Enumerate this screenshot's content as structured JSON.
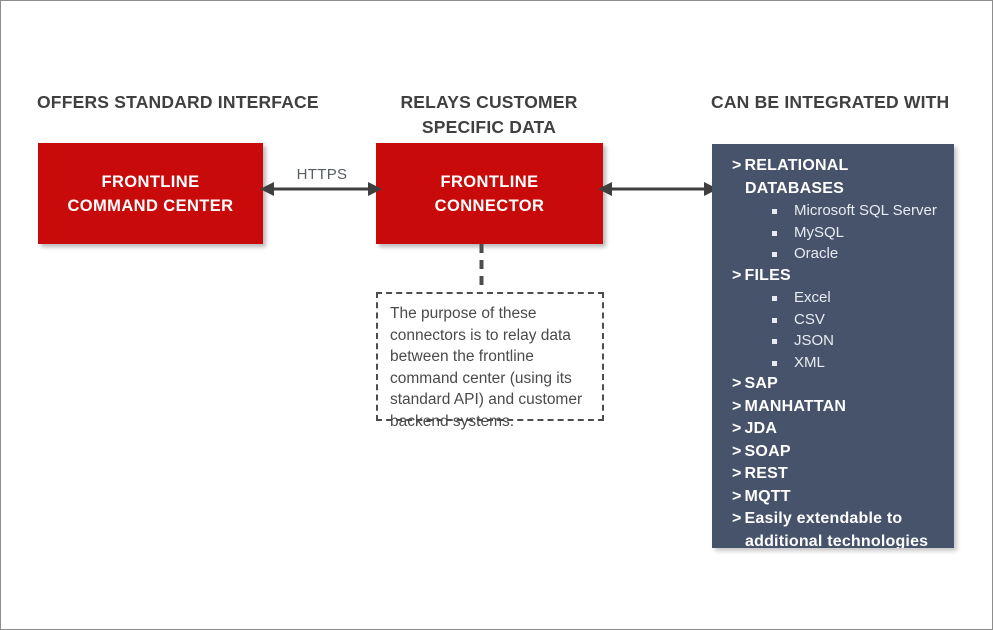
{
  "headings": {
    "left": "OFFERS STANDARD INTERFACE",
    "middle": "RELAYS CUSTOMER SPECIFIC DATA",
    "right": "CAN BE INTEGRATED WITH"
  },
  "boxes": {
    "command_center": {
      "line1": "FRONTLINE",
      "line2": "COMMAND CENTER"
    },
    "connector": {
      "line1": "FRONTLINE",
      "line2": "CONNECTOR"
    }
  },
  "connections": {
    "https_label": "HTTPS"
  },
  "note": {
    "text": "The purpose of these connectors is to relay data between the frontline command center (using its standard API) and customer backend systems."
  },
  "integrations": {
    "groups": [
      {
        "label": "RELATIONAL DATABASES",
        "items": [
          "Microsoft SQL Server",
          "MySQL",
          "Oracle"
        ]
      },
      {
        "label": "FILES",
        "items": [
          "Excel",
          "CSV",
          "JSON",
          "XML"
        ]
      },
      {
        "label": "SAP",
        "items": []
      },
      {
        "label": "MANHATTAN",
        "items": []
      },
      {
        "label": "JDA",
        "items": []
      },
      {
        "label": "SOAP",
        "items": []
      },
      {
        "label": "REST",
        "items": []
      },
      {
        "label": "MQTT",
        "items": []
      },
      {
        "label": "Easily extendable to additional technologies",
        "items": []
      }
    ],
    "chevron": ">"
  },
  "colors": {
    "red_box": "#C80A0A",
    "panel": "#46536B",
    "heading_text": "#404040",
    "arrow": "#3f3f3f",
    "note_border": "#4D4D4D",
    "canvas_border": "#8D8D8D"
  }
}
